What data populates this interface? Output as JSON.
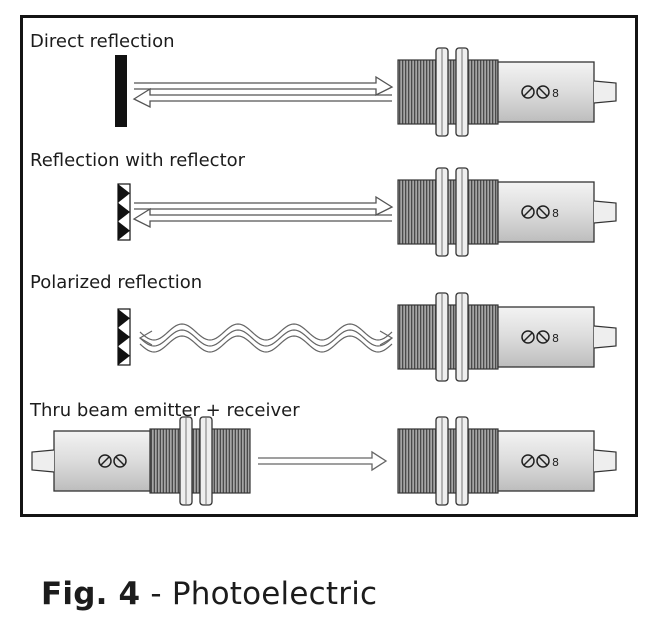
{
  "panels": [
    {
      "label": "Direct reflection",
      "target": "bar",
      "beam": "double-arrow",
      "sensor_marking": "8"
    },
    {
      "label": "Reflection with reflector",
      "target": "reflector",
      "beam": "double-arrow",
      "sensor_marking": "8"
    },
    {
      "label": "Polarized reflection",
      "target": "reflector",
      "beam": "wave",
      "sensor_marking": "8"
    },
    {
      "label": "Thru beam emitter + receiver",
      "target": "emitter",
      "beam": "single-arrow",
      "sensor_marking": "8"
    }
  ],
  "caption": {
    "fig_label": "Fig. 4",
    "separator": "-",
    "title": "Photoelectric"
  },
  "colors": {
    "frame": "#141414",
    "sensor_body": "#e8e8e8",
    "thread": "#8a8a8a",
    "ink": "#1c1c1c"
  }
}
